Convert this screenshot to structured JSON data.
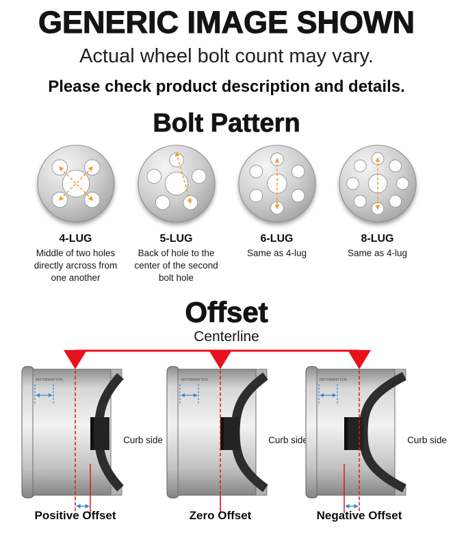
{
  "header": {
    "title": "GENERIC IMAGE SHOWN",
    "subtitle": "Actual wheel bolt count may vary.",
    "note": "Please check product description and details."
  },
  "bolt_pattern": {
    "title": "Bolt Pattern",
    "items": [
      {
        "label": "4-LUG",
        "lugs": 4,
        "description": "Middle of two holes directly arcross from one another"
      },
      {
        "label": "5-LUG",
        "lugs": 5,
        "description": "Back of hole to the center of the second bolt hole"
      },
      {
        "label": "6-LUG",
        "lugs": 6,
        "description": "Same as 4-lug"
      },
      {
        "label": "8-LUG",
        "lugs": 8,
        "description": "Same as 4-lug"
      }
    ]
  },
  "offset": {
    "title": "Offset",
    "centerline_label": "Centerline",
    "curb_label": "Curb side",
    "watermark": "INFORMATION",
    "items": [
      {
        "label": "Positive Offset",
        "type": "positive"
      },
      {
        "label": "Zero Offset",
        "type": "zero"
      },
      {
        "label": "Negative Offset",
        "type": "negative"
      }
    ]
  },
  "colors": {
    "red": "#e8111c",
    "orange": "#f0a030",
    "blue": "#3d85c6"
  }
}
